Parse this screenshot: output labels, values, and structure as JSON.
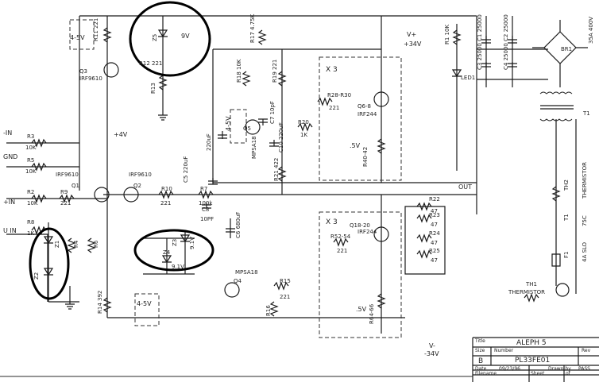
{
  "labels": {
    "bias_upper": "4-5V",
    "r11": "R11 221",
    "z5": "Z5",
    "z5_voltage": "9V",
    "r12": "R12 221",
    "r13": "R13",
    "q3": "Q3",
    "q3_part": "IRF9610",
    "plus_4v": "+4V",
    "r17": "R17 4.75K",
    "vplus": "V+",
    "vplus_value": "+34V",
    "r1": "R1 10K",
    "led1": "LED1",
    "r8_top": "R18 10K",
    "r19": "R19 221",
    "x3_upper": "X 3",
    "r28_30": "R28-R30",
    "r28_30_value": "221",
    "q6_8": "Q6-8",
    "irf244": "IRF244",
    "bias_mid": "4-5V",
    "c7": "C7 10pF",
    "r20": "R20",
    "r20_value": "1K",
    "q5": "Q5",
    "mpsa18": "MPSA18",
    "c9": "220uF",
    "c10": "C10 220uF",
    "v5_upper": ".5V",
    "r40_42": "R40-42",
    "r21": "R21 422",
    "minus_in": "-IN",
    "r3": "R3",
    "r3_value": "10K",
    "gnd": "GND",
    "r5": "R5",
    "r5_value": "10K",
    "irf9610": "IRF9610",
    "q1": "Q1",
    "q2": "Q2",
    "c5": "C5 220uF",
    "plus_in": "+IN",
    "r2": "R2",
    "r2_value": "10K",
    "r9": "R9",
    "r9_value": "221",
    "r10": "R10",
    "r10_value": "221",
    "r7": "R7",
    "r7_value": "100k",
    "c8": "C8",
    "c8_value": "10PF",
    "c6": "C6 680uF",
    "out": "OUT",
    "r22": "R22",
    "r23": "R23",
    "r24": "R24",
    "r25": "R25",
    "r47": "47",
    "u_in": "U IN",
    "r8_in": "R8",
    "r8_in_value": "1K",
    "z1": "Z1",
    "z2": "Z2",
    "r4": "R4",
    "r6": "R6",
    "z3": "Z3",
    "z4": "Z4",
    "zener_9v1": "9.1V",
    "q4": "Q4",
    "r15": "R15",
    "r15_value": "221",
    "r16": "R16",
    "bias_lower": "4-5V",
    "r14": "R14 392",
    "x3_lower": "X 3",
    "q18_20": "Q18-20",
    "r52_54": "R52-54",
    "r52_54_value": "221",
    "v5_lower": ".5V",
    "r64_66": "R64-66",
    "vminus": "V-",
    "vminus_value": "-34V",
    "c1": "C1 25000",
    "c2": "C2 25000",
    "c3": "C3 25000",
    "c4": "C4 25000",
    "br1": "BR1",
    "br1_rating": "35A 400V",
    "t1": "T1",
    "th2": "TH2",
    "thermistor": "THERMISTOR",
    "t1_temp": "75C",
    "f1": "F1",
    "f1_rating": "4A SLO",
    "th1": "TH1"
  },
  "title_block": {
    "title_caption": "Title",
    "title": "ALEPH 5",
    "size_caption": "Size",
    "number_caption": "Number",
    "rev_caption": "Rev",
    "size": "B",
    "number": "PL33FE01",
    "date_caption": "Date",
    "date": "09/23/96",
    "drawn_by_caption": "Drawn by",
    "drawn_by": "PASS",
    "filename_caption": "Filename",
    "sheet_caption": "Sheet",
    "of_caption": "of"
  }
}
